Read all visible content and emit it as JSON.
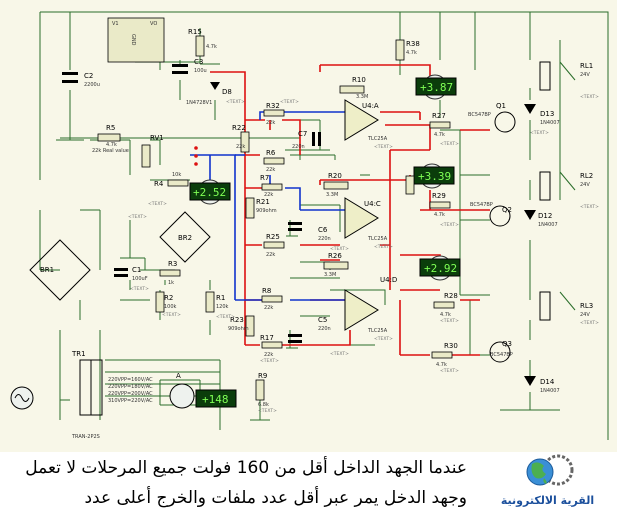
{
  "meters": {
    "v1": "+3.87",
    "v2": "+3.39",
    "v3": "+2.92",
    "vin": "+2.52",
    "amp": "+148"
  },
  "labels": {
    "V1": "V1",
    "VO": "VO",
    "GND": "GND",
    "C2": "C2",
    "C2v": "2200u",
    "R15": "R15",
    "R15v": "4.7k",
    "C3": "C3",
    "C3v": "100u",
    "D8": "D8",
    "D8v": "1N4728V1",
    "R38": "R38",
    "R38v": "4.7k",
    "R10": "R10",
    "R10v": "3.3M",
    "U4A": "U4:A",
    "U4C": "U4:C",
    "U4D": "U4:D",
    "ic": "TLC25A",
    "R32": "R32",
    "R32v": "22k",
    "R27": "R27",
    "R27v": "4.7k",
    "Q1": "Q1",
    "Qv": "BC547BP",
    "D13": "D13",
    "D12": "D12",
    "D14": "D14",
    "Dv": "1N4007",
    "RL1": "RL1",
    "RL2": "RL2",
    "RL3": "RL3",
    "RLv": "24V",
    "R5": "R5",
    "R5v": "4.7k",
    "RV1": "RV1",
    "RV1v": "22k Real value",
    "R22": "R22",
    "R22v": "22k",
    "C7": "C7",
    "C7v": "220n",
    "R6": "R6",
    "R6v": "22k",
    "R4": "R4",
    "R4v": "10k",
    "R7": "R7",
    "R7v": "22k",
    "R20": "R20",
    "R20v": "3.3M",
    "R21": "R21",
    "R21v": "909ohm",
    "BR1": "BR1",
    "BR2": "BR2",
    "R29": "R29",
    "R29v": "4.7k",
    "Q2": "Q2",
    "C6": "C6",
    "C6v": "220n",
    "R25": "R25",
    "R25v": "22k",
    "R26": "R26",
    "R26v": "3.3M",
    "C1": "C1",
    "C1v": "100uF",
    "R3": "R3",
    "R3v": "1k",
    "R2": "R2",
    "R2v": "100k",
    "R1": "R1",
    "R1v": "120k",
    "R8": "R8",
    "R8v": "22k",
    "R28": "R28",
    "R28v": "4.7k",
    "R23": "R23",
    "R23v": "909ohm",
    "C5": "C5",
    "C5v": "220n",
    "Q3": "Q3",
    "R17": "R17",
    "R17v": "22k",
    "R30": "R30",
    "R30v": "4.7k",
    "TR1": "TR1",
    "TRv": "TRAN-2P2S",
    "tr_lines": [
      "220VPP=160V/AC",
      "220VPP=180V/AC",
      "220VPP=200V/AC",
      "310VPP=220V/AC"
    ],
    "R9": "R9",
    "R9v": "6.8k",
    "A": "A",
    "text": "<TEXT>"
  },
  "caption": {
    "line1": "عندما الجهد الداخل أقل من  160 فولت جميع المرحلات لا تعمل",
    "line2": "وجهد الدخل يمر عبر  أقل عدد ملفات والخرج أعلى عدد"
  },
  "logo": {
    "text": "القرية الالكترونية",
    "icon": "globe-gear-icon"
  }
}
